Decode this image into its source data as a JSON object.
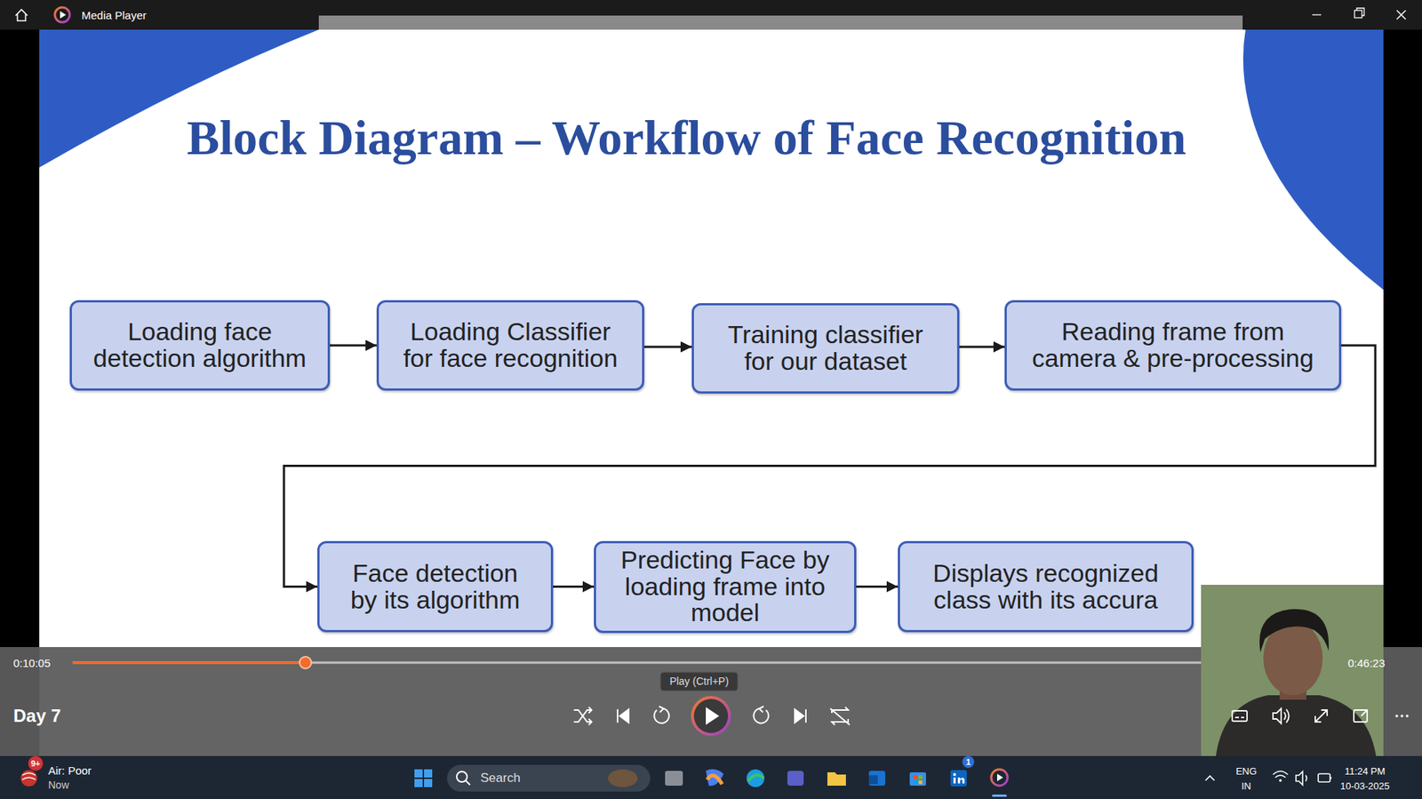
{
  "diagram": {
    "title": "Block Diagram – Workflow of Face Recognition",
    "nodes": [
      {
        "text": [
          "Loading face detection algorithm"
        ]
      },
      {
        "text": [
          "Loading Classifier for face recognition"
        ]
      },
      {
        "text": [
          "Training classifier for our dataset"
        ]
      },
      {
        "text": [
          "Reading frame from camera & pre-processing"
        ]
      },
      {
        "text": [
          "Face detection by its algorithm"
        ]
      },
      {
        "text": [
          "Predicting Face by loading frame into model"
        ]
      },
      {
        "text": [
          "Displays recognized class with its accura"
        ]
      }
    ],
    "edges": [
      {
        "from": 0,
        "to": 1,
        "arrow": "to"
      },
      {
        "from": 1,
        "to": 2,
        "arrow": "to"
      },
      {
        "from": 2,
        "to": 3,
        "arrow": "to"
      },
      {
        "from": 3,
        "to": 4,
        "arrow": "to"
      },
      {
        "from": 4,
        "to": 5,
        "arrow": "to"
      },
      {
        "from": 5,
        "to": 6,
        "arrow": "to"
      }
    ],
    "labels": [
      "Media Player",
      "0:10:05",
      "0:46:23",
      "Play (Ctrl+P)",
      "Day 7",
      "9+",
      "Air: Poor",
      "Now",
      "Search",
      "1",
      "ENG",
      "IN",
      "11:24 PM",
      "10-03-2025"
    ]
  }
}
